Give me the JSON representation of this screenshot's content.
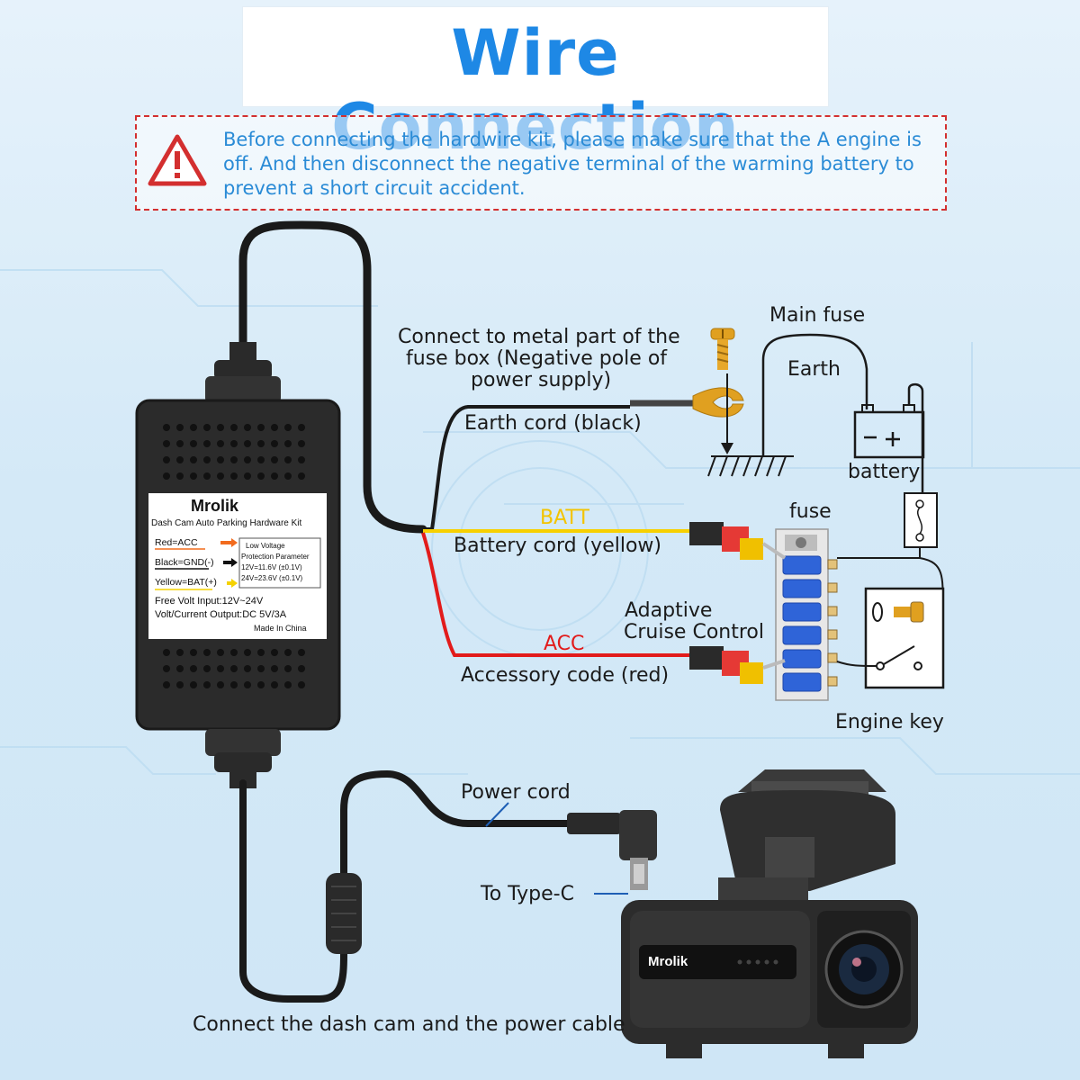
{
  "title": "Wire Connection",
  "warning": {
    "text": "Before connecting the hardwire kit, please make sure that the A engine is off. And then disconnect the negative terminal of the warming battery to prevent a short circuit accident."
  },
  "box_label": {
    "brand": "Mrolik",
    "subtitle": "Dash Cam Auto Parking Hardware Kit",
    "red": "Red=ACC",
    "black": "Black=GND(-)",
    "yellow": "Yellow=BAT(+)",
    "lvp_title_1": "Low Voltage",
    "lvp_title_2": "Protection Parameter",
    "lvp_1": "12V=11.6V (±0.1V)",
    "lvp_2": "24V=23.6V (±0.1V)",
    "input": "Free Volt Input:12V~24V",
    "output": "Volt/Current Output:DC 5V/3A",
    "made": "Made In China"
  },
  "labels": {
    "earth_connect_1": "Connect to metal part of the",
    "earth_connect_2": "fuse box (Negative pole of",
    "earth_connect_3": "power supply)",
    "earth_cord": "Earth cord (black)",
    "main_fuse": "Main fuse",
    "earth": "Earth",
    "battery": "battery",
    "batt": "BATT",
    "battery_cord": "Battery cord (yellow)",
    "fuse": "fuse",
    "adaptive_1": "Adaptive",
    "adaptive_2": "Cruise Control",
    "acc": "ACC",
    "accessory_cord": "Accessory code (red)",
    "engine_key": "Engine key",
    "power_cord": "Power cord",
    "to_type_c": "To Type-C",
    "bottom": "Connect the dash cam and the power cable"
  },
  "camera": {
    "brand": "Mrolik"
  },
  "colors": {
    "title": "#1e88e5",
    "warning_border": "#d32f2f",
    "warning_text": "#2a8bd6",
    "batt_wire": "#f7d000",
    "acc_wire": "#e21b1b",
    "fuse_blue": "#2f64d8"
  }
}
